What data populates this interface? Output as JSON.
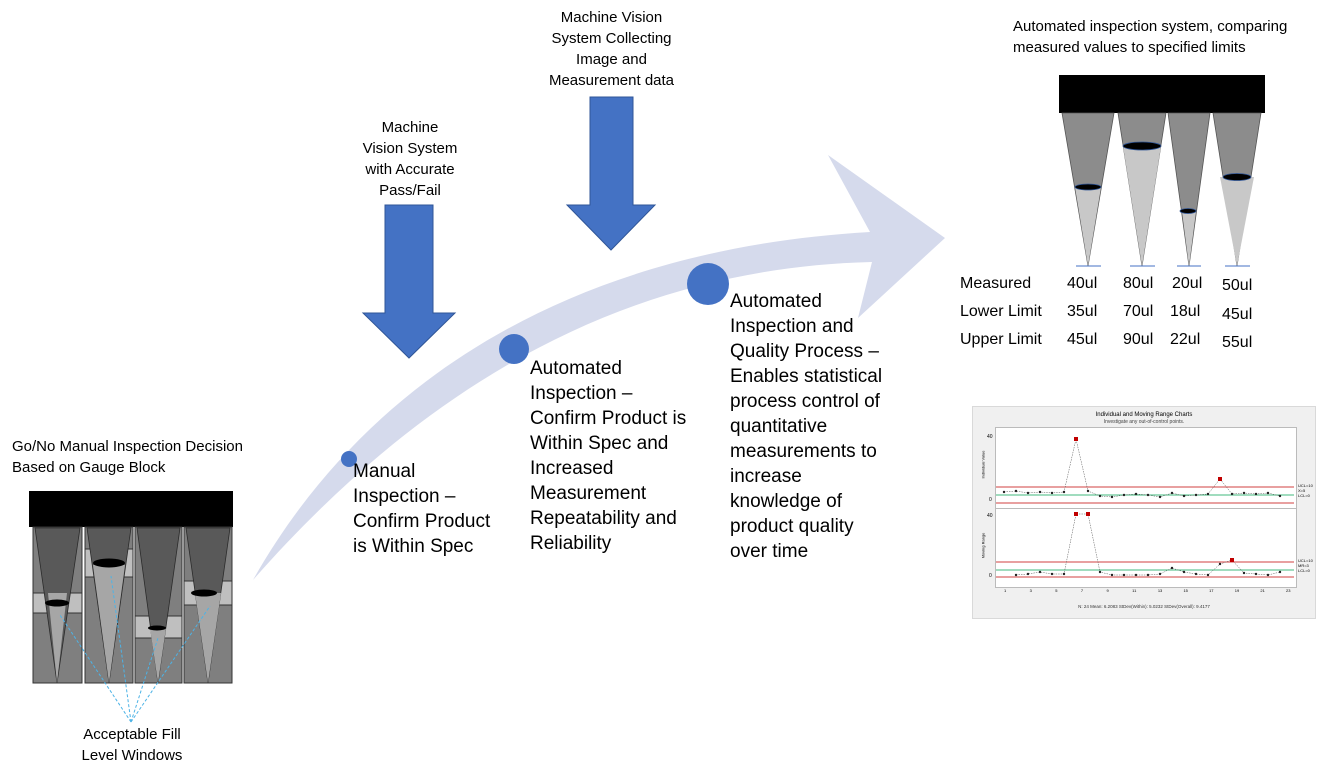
{
  "labels": {
    "manual_gauge_title_1": "Go/No Manual Inspection Decision",
    "manual_gauge_title_2": "Based on Gauge Block",
    "acceptable_1": "Acceptable Fill",
    "acceptable_2": "Level Windows",
    "arrow1_lines": [
      "Machine",
      "Vision System",
      "with Accurate",
      "Pass/Fail"
    ],
    "arrow2_lines": [
      "Machine Vision",
      "System Collecting",
      "Image and",
      "Measurement data"
    ],
    "auto_title_1": "Automated inspection system, comparing",
    "auto_title_2": "measured values to specified limits"
  },
  "steps": [
    {
      "lines": [
        "Manual",
        "Inspection –",
        "Confirm Product",
        "is Within Spec"
      ]
    },
    {
      "lines": [
        "Automated",
        "Inspection –",
        "Confirm Product is",
        "Within Spec and",
        "Increased",
        "Measurement",
        "Repeatability and",
        "Reliability"
      ]
    },
    {
      "lines": [
        "Automated",
        "Inspection and",
        "Quality Process –",
        "Enables statistical",
        "process control of",
        "quantitative",
        "measurements to",
        "increase",
        "knowledge of",
        "product quality",
        "over time"
      ]
    }
  ],
  "table": {
    "row_labels": [
      "Measured",
      "Lower Limit",
      "Upper Limit"
    ],
    "columns": [
      {
        "measured": "40ul",
        "lower": "35ul",
        "upper": "45ul"
      },
      {
        "measured": "80ul",
        "lower": "70ul",
        "upper": "90ul"
      },
      {
        "measured": "20ul",
        "lower": "18ul",
        "upper": "22ul"
      },
      {
        "measured": "50ul",
        "lower": "45ul",
        "upper": "55ul"
      }
    ]
  },
  "spc_chart": {
    "title": "Individual and Moving Range Charts",
    "subtitle": "Investigate any out-of-control points.",
    "top_ylabel": "Individual Value",
    "bottom_ylabel": "Moving Range",
    "top_right_labels": [
      "UCL=10",
      "X=5",
      "LCL=0"
    ],
    "bottom_right_labels": [
      "UCL=10",
      "MR=3",
      "LCL=0"
    ],
    "top_yticks": [
      "40",
      "0"
    ],
    "bottom_yticks": [
      "40",
      "0"
    ],
    "xticks": [
      "1",
      "3",
      "5",
      "7",
      "9",
      "11",
      "13",
      "15",
      "17",
      "19",
      "21",
      "23"
    ],
    "footer": "N: 24    Mean: 6.2083    StDev(Within): 5.0232    StDev(Overall): 9.4177"
  },
  "colors": {
    "arrow_blue": "#4472c4",
    "big_arrow": "#d5daec",
    "ucl_line": "#c00000",
    "center_line": "#00a050",
    "callout_line": "#4db3e6"
  }
}
